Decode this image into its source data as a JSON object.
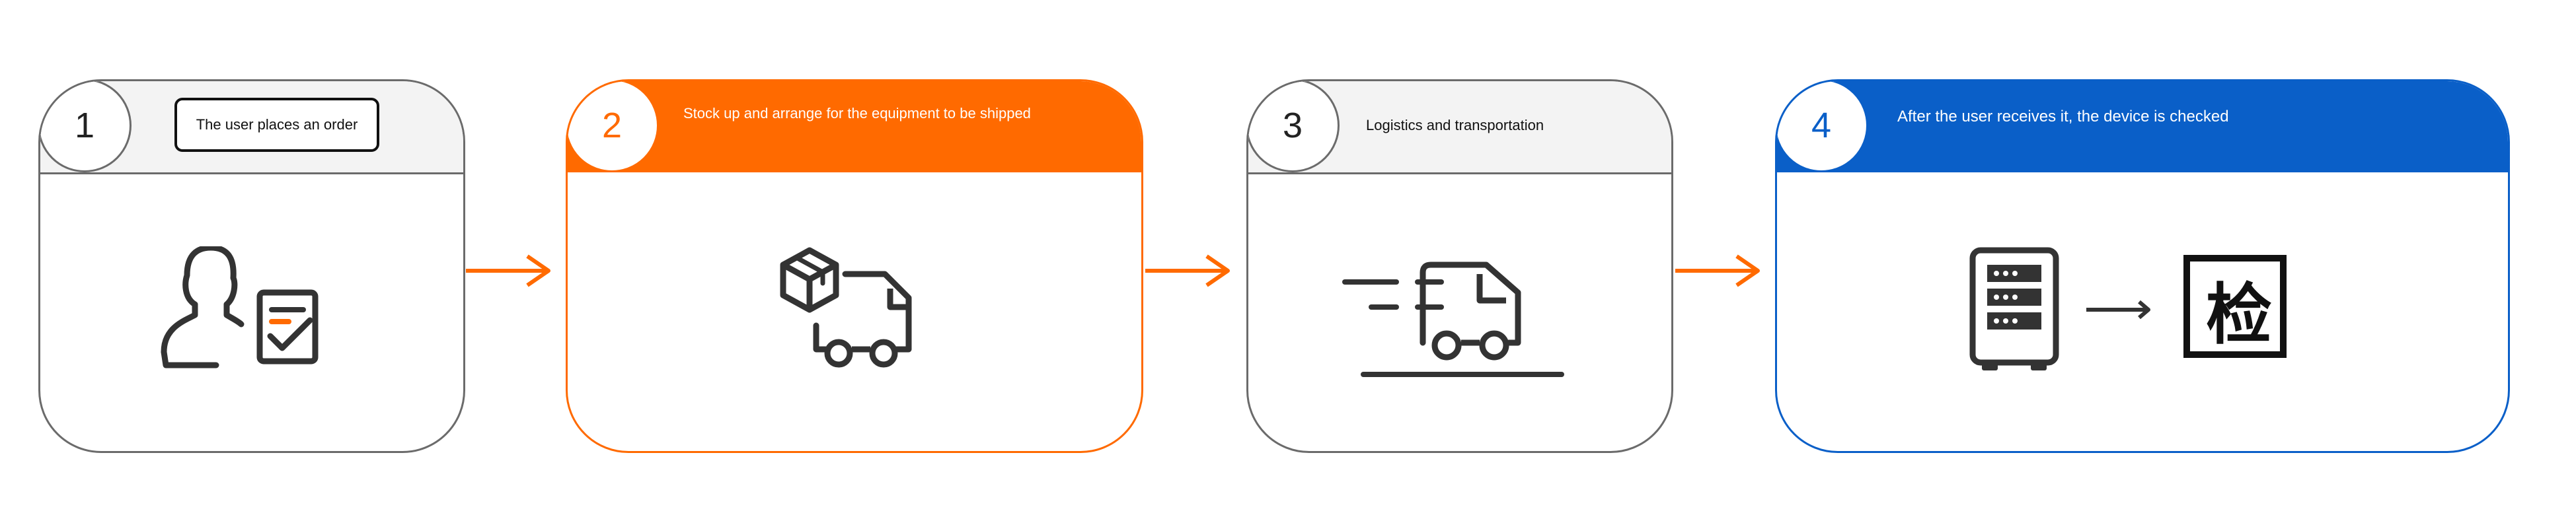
{
  "colors": {
    "gray_stroke": "#6b6b6b",
    "orange": "#ff6a00",
    "blue": "#0a5fc8",
    "icon": "#333333",
    "header_gray": "#f3f3f3"
  },
  "steps": [
    {
      "number": "1",
      "label": "The user places an order",
      "icon": "user-check-icon"
    },
    {
      "number": "2",
      "label": "Stock up and arrange for the equipment to be shipped",
      "icon": "box-truck-icon"
    },
    {
      "number": "3",
      "label": "Logistics and transportation",
      "icon": "moving-truck-icon"
    },
    {
      "number": "4",
      "label": "After the user receives it, the device is checked",
      "icon": "server-to-inspection-icon",
      "inspect_char": "检"
    }
  ]
}
